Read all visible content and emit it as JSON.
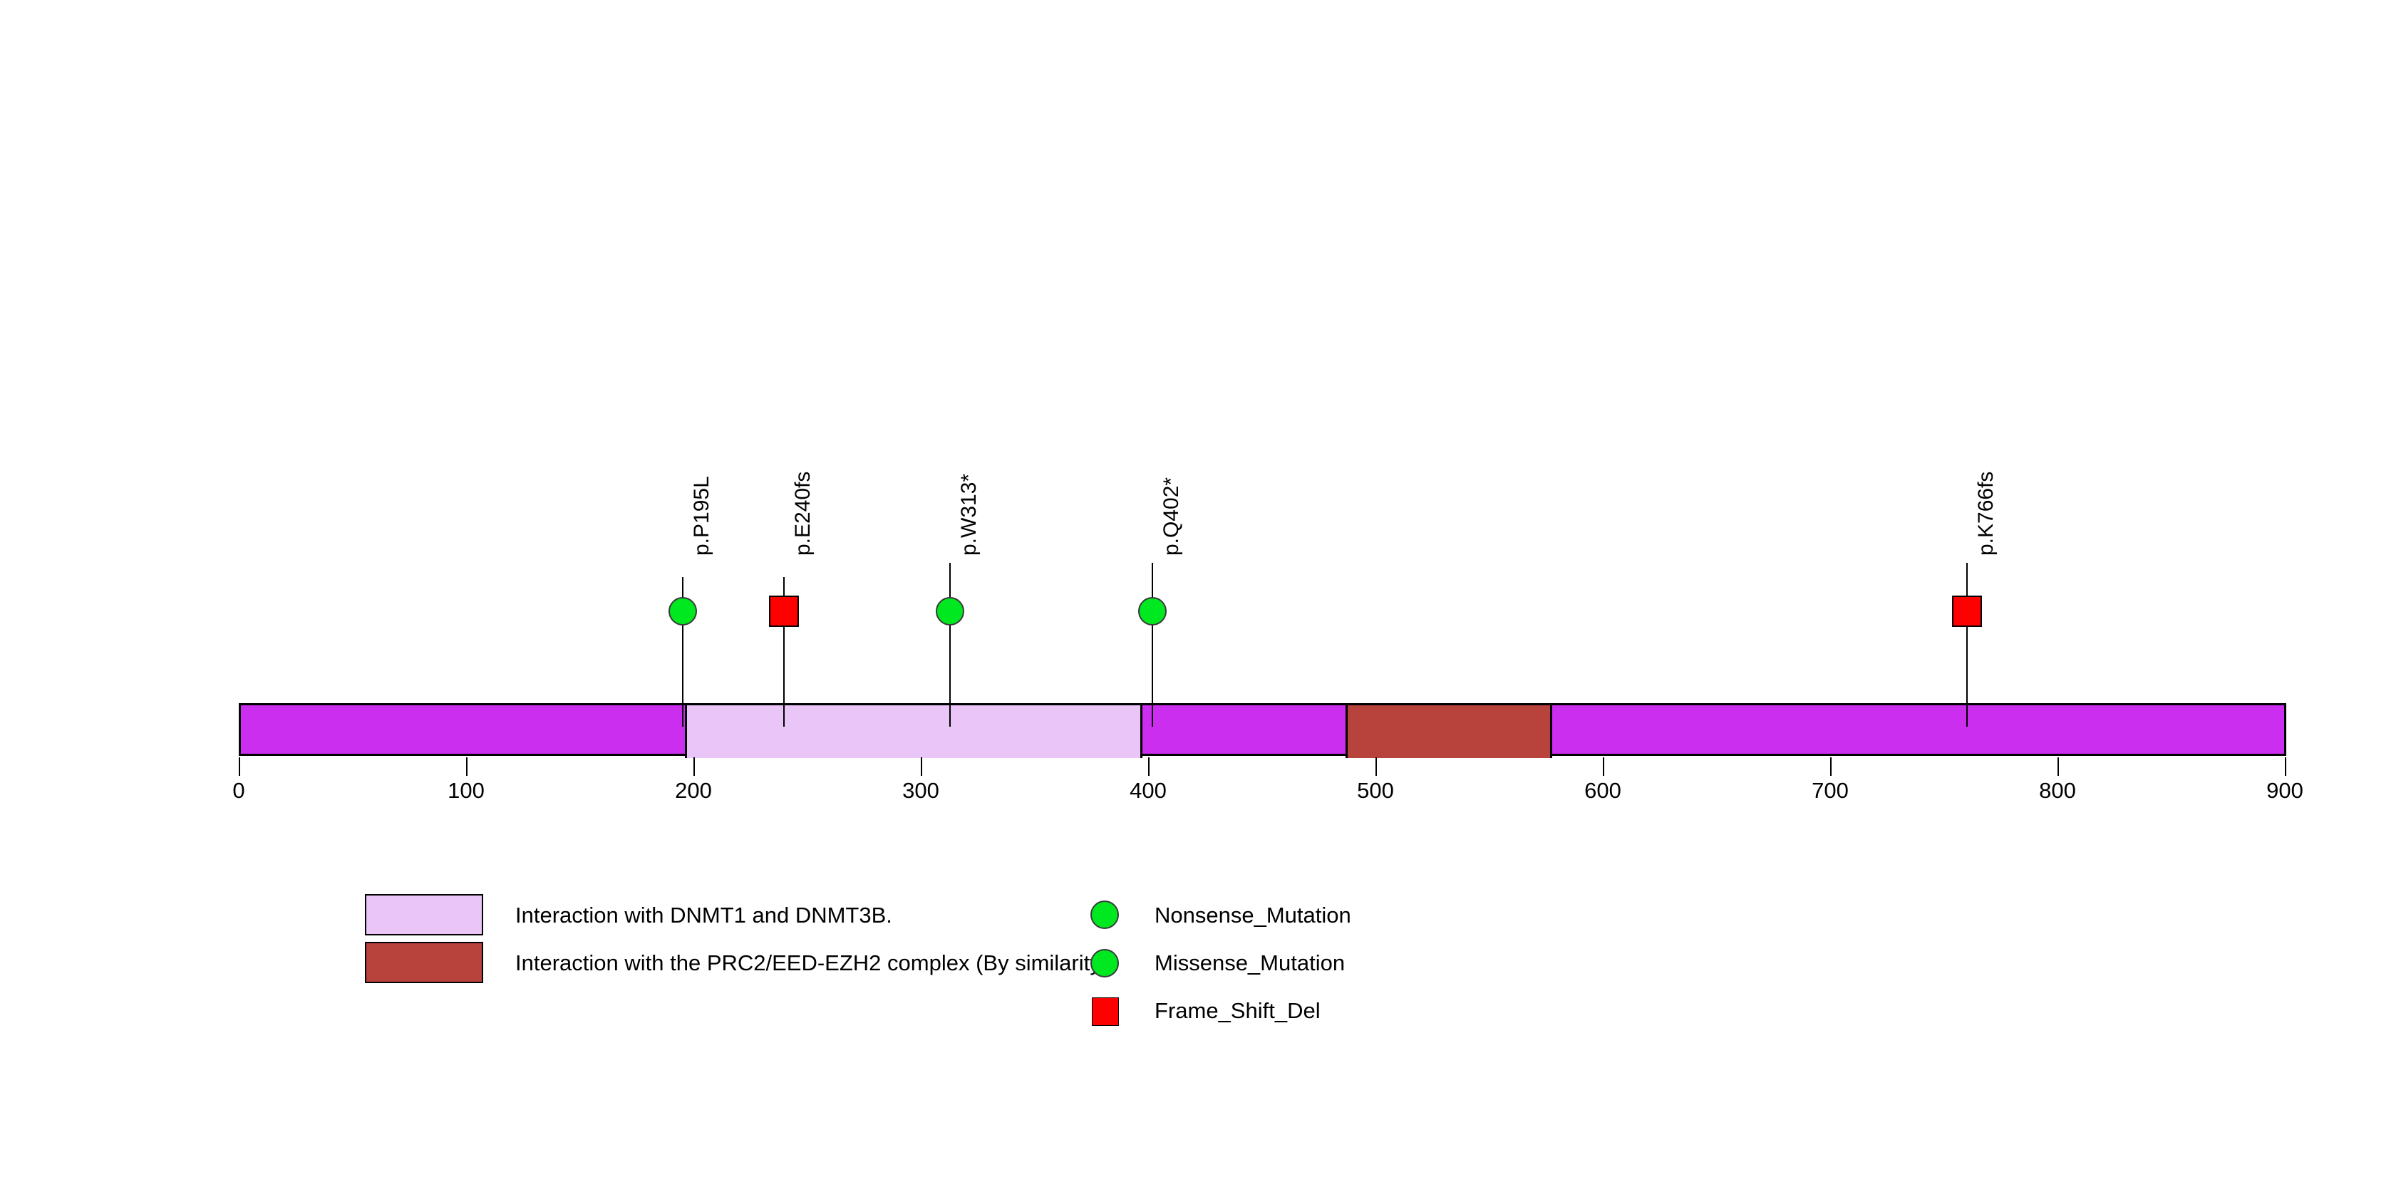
{
  "chart_data": {
    "type": "lollipop",
    "title": "",
    "xlabel": "",
    "ylabel": "",
    "xlim": [
      0,
      912
    ],
    "protein_length": 912,
    "axis_ticks": [
      {
        "value": 0,
        "label": "0"
      },
      {
        "value": 100,
        "label": "100"
      },
      {
        "value": 200,
        "label": "200"
      },
      {
        "value": 300,
        "label": "300"
      },
      {
        "value": 400,
        "label": "400"
      },
      {
        "value": 500,
        "label": "500"
      },
      {
        "value": 600,
        "label": "600"
      },
      {
        "value": 700,
        "label": "700"
      },
      {
        "value": 800,
        "label": "800"
      },
      {
        "value": 900,
        "label": "900"
      }
    ],
    "backbone_color": "#cc2ef0",
    "domains": [
      {
        "name": "Interaction with DNMT1 and DNMT3B.",
        "start": 199,
        "end": 401,
        "color": "#eac5f7"
      },
      {
        "name": "Interaction with the PRC2/EED-EZH2 complex (By similarity).",
        "start": 493,
        "end": 585,
        "color": "#b8423c"
      }
    ],
    "mutations": [
      {
        "label": "p.P195L",
        "position": 195,
        "type": "Nonsense_Mutation",
        "shape": "circle",
        "color": "#00e820"
      },
      {
        "label": "p.E240fs",
        "position": 240,
        "type": "Frame_Shift_Del",
        "shape": "square",
        "color": "#ff0000"
      },
      {
        "label": "p.W313*",
        "position": 313,
        "type": "Nonsense_Mutation",
        "shape": "circle",
        "color": "#00e820"
      },
      {
        "label": "p.Q402*",
        "position": 402,
        "type": "Nonsense_Mutation",
        "shape": "circle",
        "color": "#00e820"
      },
      {
        "label": "p.K766fs",
        "position": 766,
        "type": "Frame_Shift_Del",
        "shape": "square",
        "color": "#ff0000"
      }
    ],
    "domain_legend": [
      {
        "label": "Interaction with DNMT1 and DNMT3B.",
        "color": "#eac5f7"
      },
      {
        "label": "Interaction with the PRC2/EED-EZH2 complex (By similarity).",
        "color": "#b8423c"
      }
    ],
    "mutation_legend": [
      {
        "label": "Nonsense_Mutation",
        "shape": "circle",
        "color": "#00e820"
      },
      {
        "label": "Missense_Mutation",
        "shape": "circle",
        "color": "#00e820"
      },
      {
        "label": "Frame_Shift_Del",
        "shape": "square",
        "color": "#ff0000"
      }
    ]
  }
}
